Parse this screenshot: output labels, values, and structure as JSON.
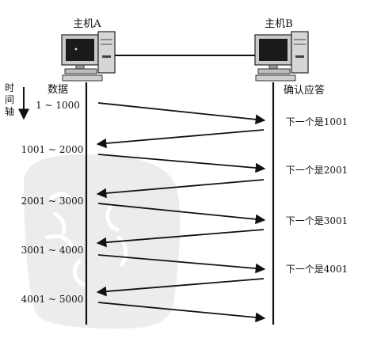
{
  "host_a": {
    "label": "主机A"
  },
  "host_b": {
    "label": "主机B"
  },
  "time_axis": {
    "label": "时间轴",
    "chars": [
      "时",
      "间",
      "轴"
    ]
  },
  "columns": {
    "left_header": "数据",
    "right_header": "确认应答"
  },
  "segments": [
    {
      "label": "1 ~ 1000"
    },
    {
      "label": "1001 ~ 2000"
    },
    {
      "label": "2001 ~ 3000"
    },
    {
      "label": "3001 ~ 4000"
    },
    {
      "label": "4001 ~ 5000"
    }
  ],
  "acks": [
    {
      "label": "下一个是1001"
    },
    {
      "label": "下一个是2001"
    },
    {
      "label": "下一个是3001"
    },
    {
      "label": "下一个是4001"
    }
  ]
}
